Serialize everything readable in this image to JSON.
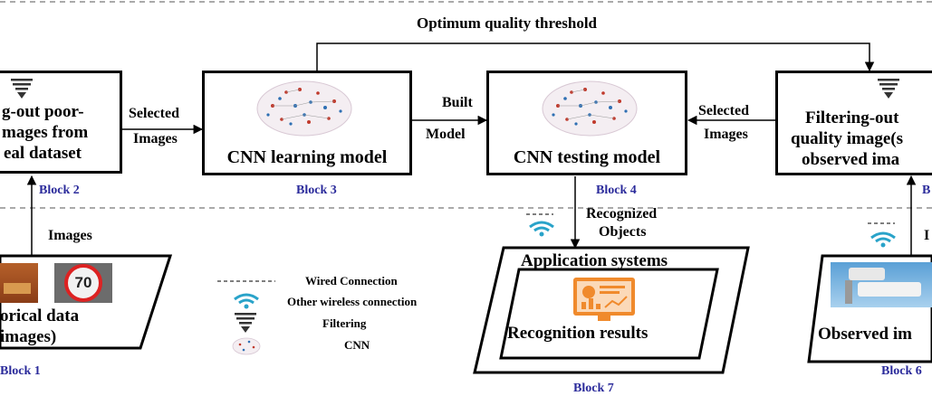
{
  "top_label": "Optimum quality threshold",
  "block2": {
    "text": [
      "g-out poor-",
      "mages from",
      "eal dataset"
    ],
    "tag": "Block 2"
  },
  "block3": {
    "text": "CNN learning model",
    "tag": "Block 3"
  },
  "block4": {
    "text": "CNN testing model",
    "tag": "Block 4"
  },
  "block5": {
    "text": [
      "Filtering-out",
      "quality image(s",
      "observed ima"
    ],
    "tag": "B"
  },
  "block1": {
    "text": [
      "orical data",
      "images)"
    ],
    "tag": "Block 1",
    "sign": "70"
  },
  "block7": {
    "outer": "Application systems",
    "inner": "Recognition results",
    "tag": "Block 7"
  },
  "block6": {
    "text": "Observed im",
    "tag": "Block 6",
    "side_label": "I"
  },
  "arrows": {
    "selected1": [
      "Selected",
      "Images"
    ],
    "built": [
      "Built",
      "Model"
    ],
    "selected2": [
      "Selected",
      "Images"
    ],
    "images": "Images",
    "recognized": [
      "Recognized",
      "Objects"
    ]
  },
  "legend": [
    "Wired Connection",
    "Other wireless connection",
    "Filtering",
    "CNN"
  ],
  "icons": [
    "funnel-icon",
    "brain-icon",
    "wifi-icon",
    "dashboard-icon",
    "camera-icon"
  ],
  "colors": {
    "block_label": "#2b2b9b",
    "wifi": "#29a3c9",
    "dashboard": "#f08a2c"
  }
}
